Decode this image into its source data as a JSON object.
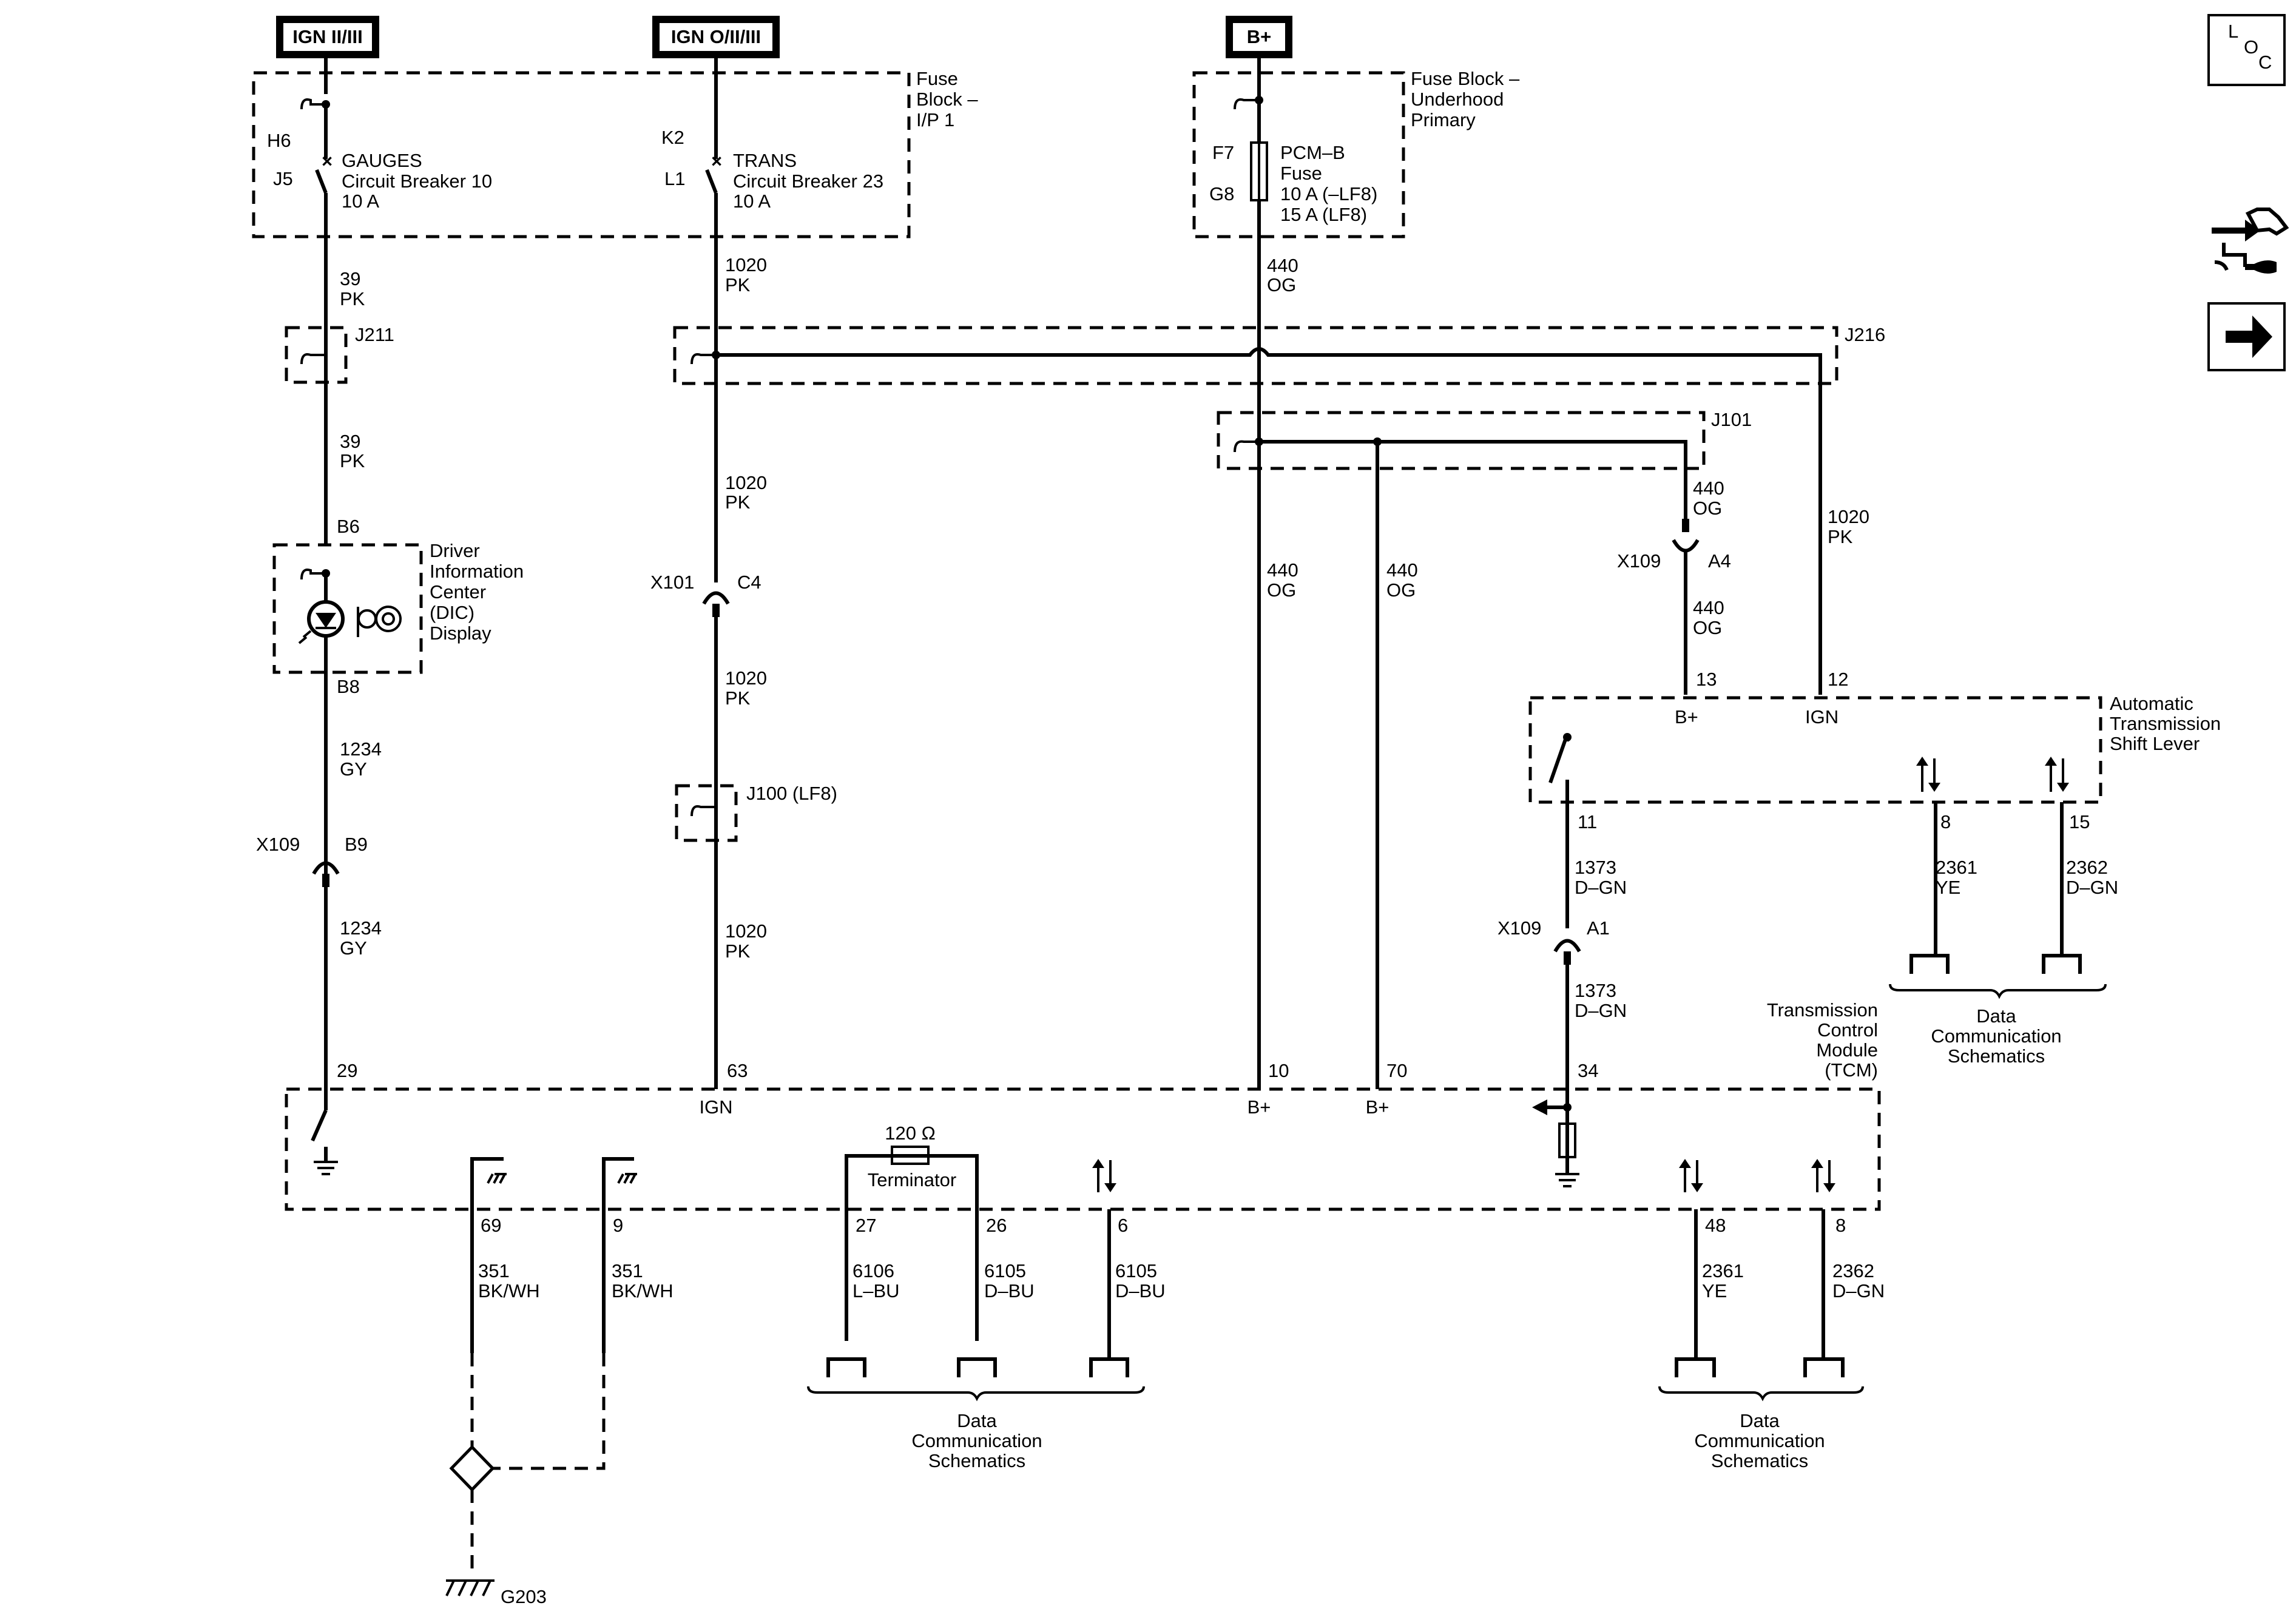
{
  "sources": {
    "ign_a": "IGN II/III",
    "ign_b": "IGN O/II/III",
    "bplus": "B+"
  },
  "fuse_block_ip": {
    "title": [
      "Fuse",
      "Block –",
      "I/P 1"
    ],
    "cb10": {
      "in": "H6",
      "out": "J5",
      "name": "GAUGES",
      "type": "Circuit Breaker 10",
      "rating": "10 A"
    },
    "cb23": {
      "in": "K2",
      "out": "L1",
      "name": "TRANS",
      "type": "Circuit Breaker 23",
      "rating": "10 A"
    }
  },
  "fuse_block_uh": {
    "title": [
      "Fuse Block –",
      "Underhood",
      "Primary"
    ],
    "fuse": {
      "in": "F7",
      "out": "G8",
      "lines": [
        "PCM–B",
        "Fuse",
        "10 A (–LF8)",
        "15 A (LF8)"
      ]
    }
  },
  "wires": {
    "w39a": [
      "39",
      "PK"
    ],
    "w39b": [
      "39",
      "PK"
    ],
    "w1020a": [
      "1020",
      "PK"
    ],
    "w1020b": [
      "1020",
      "PK"
    ],
    "w1020c": [
      "1020",
      "PK"
    ],
    "w1020d": [
      "1020",
      "PK"
    ],
    "w1020e": [
      "1020",
      "PK"
    ],
    "w440a": [
      "440",
      "OG"
    ],
    "w440b": [
      "440",
      "OG"
    ],
    "w440c": [
      "440",
      "OG"
    ],
    "w440d": [
      "440",
      "OG"
    ],
    "w440e": [
      "440",
      "OG"
    ],
    "w1234a": [
      "1234",
      "GY"
    ],
    "w1234b": [
      "1234",
      "GY"
    ],
    "w1373a": [
      "1373",
      "D–GN"
    ],
    "w1373b": [
      "1373",
      "D–GN"
    ],
    "w2361a": [
      "2361",
      "YE"
    ],
    "w2362a": [
      "2362",
      "D–GN"
    ],
    "w2361b": [
      "2361",
      "YE"
    ],
    "w2362b": [
      "2362",
      "D–GN"
    ],
    "w351a": [
      "351",
      "BK/WH"
    ],
    "w351b": [
      "351",
      "BK/WH"
    ],
    "w6106": [
      "6106",
      "L–BU"
    ],
    "w6105a": [
      "6105",
      "D–BU"
    ],
    "w6105b": [
      "6105",
      "D–BU"
    ]
  },
  "splices": {
    "j211": "J211",
    "j216": "J216",
    "j101": "J101",
    "j100": "J100 (LF8)"
  },
  "connectors": {
    "x109_b9": [
      "X109",
      "B9"
    ],
    "x101_c4": [
      "X101",
      "C4"
    ],
    "x109_a4": [
      "X109",
      "A4"
    ],
    "x109_a1": [
      "X109",
      "A1"
    ]
  },
  "dic": {
    "pin_in": "B6",
    "pin_out": "B8",
    "title": [
      "Driver",
      "Information",
      "Center",
      "(DIC)",
      "Display"
    ]
  },
  "shift_lever": {
    "title": [
      "Automatic",
      "Transmission",
      "Shift Lever"
    ],
    "pins": {
      "bplus": "13",
      "ign": "12",
      "sw": "11",
      "p8": "8",
      "p15": "15"
    },
    "bplus_lbl": "B+",
    "ign_lbl": "IGN"
  },
  "tcm": {
    "title": [
      "Transmission",
      "Control",
      "Module",
      "(TCM)"
    ],
    "pins": {
      "p29": "29",
      "p63": "63",
      "p10": "10",
      "p70": "70",
      "p34": "34",
      "p69": "69",
      "p9": "9",
      "p27": "27",
      "p26": "26",
      "p6": "6",
      "p48": "48",
      "p8": "8"
    },
    "ign_lbl": "IGN",
    "bplus1": "B+",
    "bplus2": "B+"
  },
  "terminator": {
    "value": "120 Ω",
    "name": "Terminator"
  },
  "data_comm": [
    "Data",
    "Communication",
    "Schematics"
  ],
  "ground": "G203",
  "loc_icon": {
    "l": "L",
    "o": "O",
    "c": "C"
  }
}
